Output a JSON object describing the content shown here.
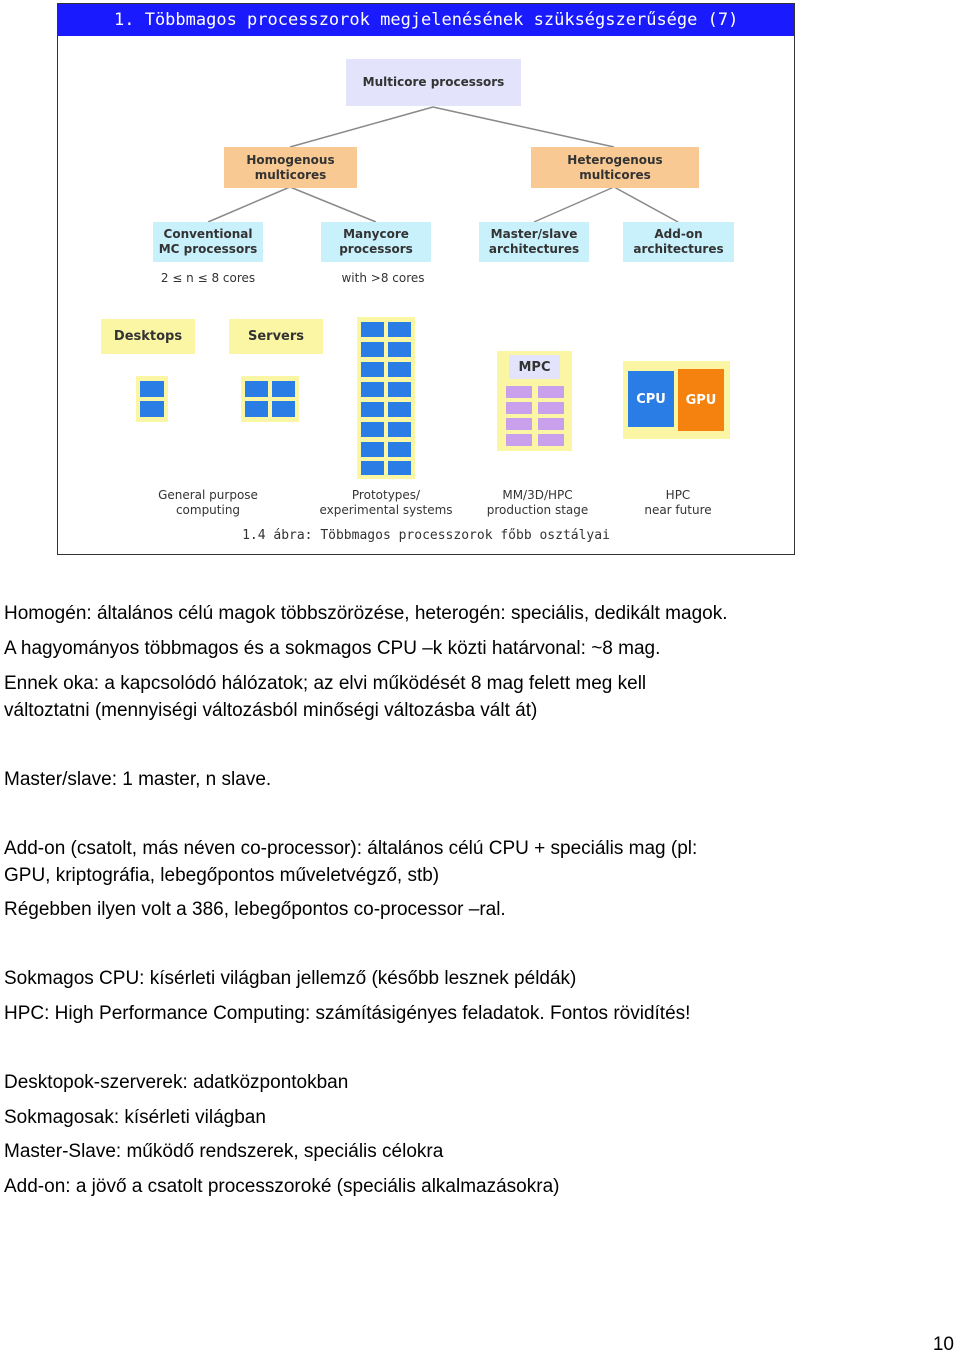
{
  "slide": {
    "header": "1. Többmagos processzorok megjelenésének szükségszerűsége (7)",
    "root": "Multicore processors",
    "homogenous": "Homogenous\nmulticores",
    "heterogenous": "Heterogenous\nmulticores",
    "conventional": "Conventional\nMC processors",
    "manycore": "Manycore\nprocessors",
    "masterslave": "Master/slave\narchitectures",
    "addon": "Add-on\narchitectures",
    "cores_range": "2 ≤   n ≤ 8   cores",
    "cores_many": "with >8 cores",
    "desktops": "Desktops",
    "servers": "Servers",
    "mpc": "MPC",
    "cpu": "CPU",
    "gpu": "GPU",
    "general_purpose": "General purpose\ncomputing",
    "prototypes": "Prototypes/\nexperimental systems",
    "mm3d": "MM/3D/HPC\nproduction stage",
    "hpc_future": "HPC\nnear future",
    "caption": "1.4 ábra: Többmagos processzorok főbb osztályai",
    "colors": {
      "header": "#1a1aff",
      "core": "#2b7de6",
      "mpc_core": "#c9a0ec",
      "cpu": "#2b7de6",
      "gpu": "#f5820f"
    }
  },
  "body_lines": [
    "Homogén: általános célú magok többszörözése, heterogén: speciális, dedikált magok.",
    "A hagyományos többmagos és a sokmagos CPU –k közti határvonal: ~8 mag.",
    "Ennek oka: a kapcsolódó hálózatok; az elvi működését 8 mag felett meg kell",
    "változtatni (mennyiségi változásból minőségi változásba vált át)",
    "Master/slave: 1 master, n slave.",
    "Add-on (csatolt, más néven co-processor): általános célú CPU + speciális mag (pl:",
    "GPU, kriptográfia, lebegőpontos műveletvégző, stb)",
    "Régebben ilyen volt a 386, lebegőpontos co-processor –ral.",
    "Sokmagos CPU: kísérleti világban jellemző (később lesznek példák)",
    "HPC: High Performance Computing: számításigényes feladatok. Fontos rövidítés!",
    "Desktopok-szerverek: adatközpontokban",
    "Sokmagosak: kísérleti világban",
    "Master-Slave: működő rendszerek, speciális célokra",
    "Add-on: a jövő a csatolt processzoroké (speciális alkalmazásokra)"
  ],
  "page_number": "10"
}
